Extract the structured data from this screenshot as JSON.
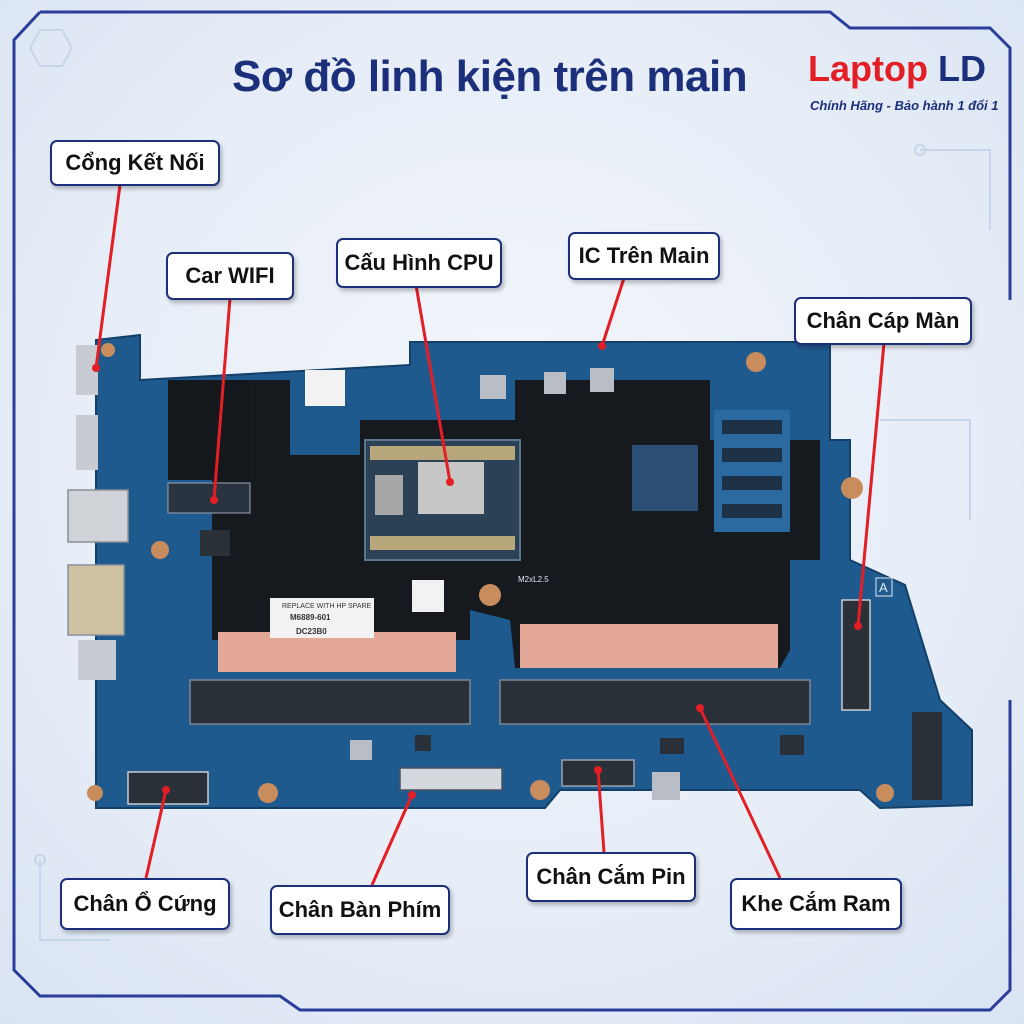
{
  "title": "Sơ đồ linh kiện trên main",
  "brand": {
    "name_red": "Laptop ",
    "name_blue": "LD",
    "tagline": "Chính Hãng - Bảo hành 1 đổi 1"
  },
  "labels": {
    "cong_ket_noi": "Cổng Kết Nối",
    "car_wifi": "Car WIFI",
    "cau_hinh_cpu": "Cấu Hình CPU",
    "ic_tren_main": "IC Trên Main",
    "chan_cap_man": "Chân Cáp Màn",
    "chan_o_cung": "Chân Ổ Cứng",
    "chan_ban_phim": "Chân Bàn Phím",
    "chan_cam_pin": "Chân Cắm Pin",
    "khe_cam_ram": "Khe Cắm Ram"
  },
  "board_text": {
    "sticker_line1": "REPLACE WITH HP SPARE",
    "sticker_line2": "M6889-601",
    "sticker_line3": "DC23B0",
    "silk_m2": "M2xL2.5",
    "silk_a": "A"
  },
  "colors": {
    "accent": "#1c2f7a",
    "brand_red": "#e31e24",
    "pcb": "#1f5a8f",
    "arrow": "#e31e24"
  }
}
